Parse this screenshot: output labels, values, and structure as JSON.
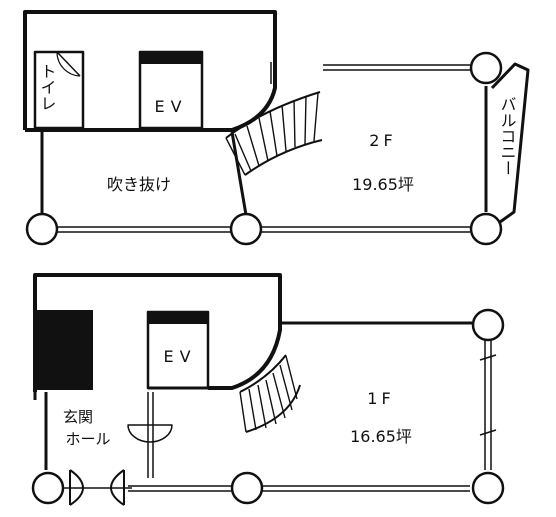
{
  "floor2": {
    "label": "2F",
    "area": "19.65坪",
    "toilet": "トイレ",
    "elevator": "EV",
    "void": "吹き抜け",
    "balcony": "バルコニー"
  },
  "floor1": {
    "label": "1F",
    "area": "16.65坪",
    "elevator": "EV",
    "entrance_line1": "玄関",
    "entrance_line2": "ホール"
  }
}
